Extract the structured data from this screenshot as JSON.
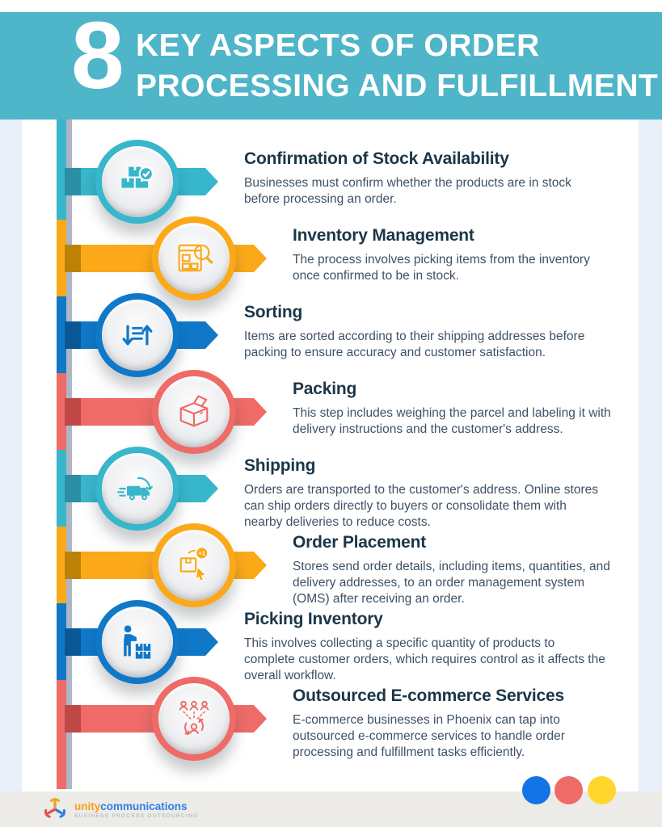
{
  "page": {
    "frame_color": "#E8EFF8"
  },
  "header": {
    "number": "8",
    "line1": "KEY ASPECTS OF ORDER",
    "line2": "PROCESSING AND FULFILLMENT",
    "bg": "#4FB5C9"
  },
  "items": [
    {
      "title": "Confirmation of Stock Availability",
      "description": "Businesses must confirm whether the products are in stock before processing an order.",
      "color": "#38B6CB",
      "dark": "#2A8FA5",
      "icon": "stock-boxes-check-icon"
    },
    {
      "title": "Inventory Management",
      "description": "The process involves picking items from the inventory once confirmed to be in stock.",
      "color": "#FBA919",
      "dark": "#BB8206",
      "icon": "inventory-search-icon"
    },
    {
      "title": "Sorting",
      "description": "Items are sorted according to their shipping addresses before packing to ensure accuracy and customer satisfaction.",
      "color": "#0F78C8",
      "dark": "#0A5795",
      "icon": "sort-arrows-icon"
    },
    {
      "title": "Packing",
      "description": "This step includes weighing the parcel and labeling it with delivery instructions and the customer's address.",
      "color": "#EE6B67",
      "dark": "#BF4846",
      "icon": "open-box-icon"
    },
    {
      "title": "Shipping",
      "description": "Orders are transported to the customer's address. Online stores can ship orders directly to buyers or consolidate them with nearby deliveries to reduce costs.",
      "color": "#38B6CB",
      "dark": "#2A8FA5",
      "icon": "delivery-truck-icon"
    },
    {
      "title": "Order Placement",
      "description": "Stores send order details, including items, quantities, and delivery addresses, to an order management system (OMS) after receiving an order.",
      "color": "#FBA919",
      "dark": "#BB8206",
      "icon": "order-click-box-icon"
    },
    {
      "title": "Picking Inventory",
      "description": "This involves collecting a specific quantity of products to complete customer orders, which requires control as it affects the overall workflow.",
      "color": "#0F78C8",
      "dark": "#0A5795",
      "icon": "person-picking-boxes-icon"
    },
    {
      "title": "Outsourced E-commerce Services",
      "description": "E-commerce businesses in Phoenix can tap into outsourced e-commerce services to handle order processing and fulfillment tasks efficiently.",
      "color": "#EE6B67",
      "dark": "#BF4846",
      "icon": "outsourced-team-icon"
    }
  ],
  "timeline": {
    "rail_color": "#AEB6C6"
  },
  "footer": {
    "band_color": "#ECEBE8",
    "brand_first": "unity",
    "brand_second": "communications",
    "tagline": "BUSINESS PROCESS OUTSOURCING",
    "logo_colors": {
      "orange": "#F5A01D",
      "red": "#E8524A",
      "blue": "#2E7FE8"
    },
    "dots": [
      "#1473E6",
      "#EE6B67",
      "#FFD62B"
    ]
  }
}
